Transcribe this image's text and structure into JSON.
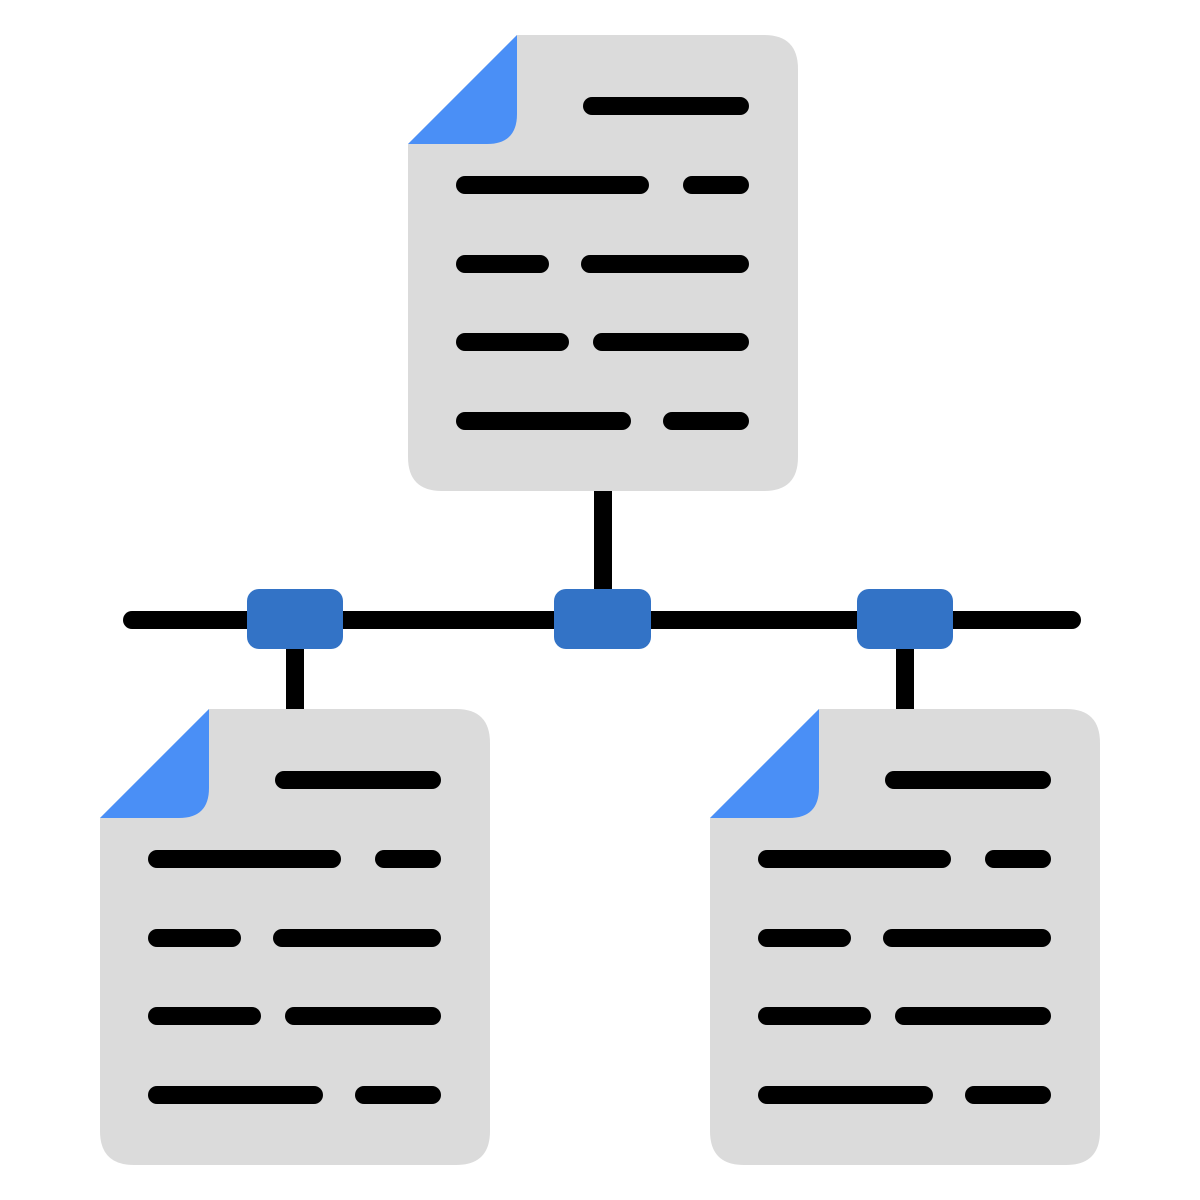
{
  "colors": {
    "paper": "#dbdbdb",
    "fold": "#4a8ff6",
    "line": "#000000",
    "node": "#3373c6",
    "background": "#ffffff"
  },
  "icons": {
    "documents": "document-icon",
    "folded_corner": "folded-corner-icon",
    "hub_nodes": "network-node-icon"
  },
  "diagram": {
    "document_count": 3,
    "hub_node_count": 3,
    "text_rows_per_document": 5
  }
}
